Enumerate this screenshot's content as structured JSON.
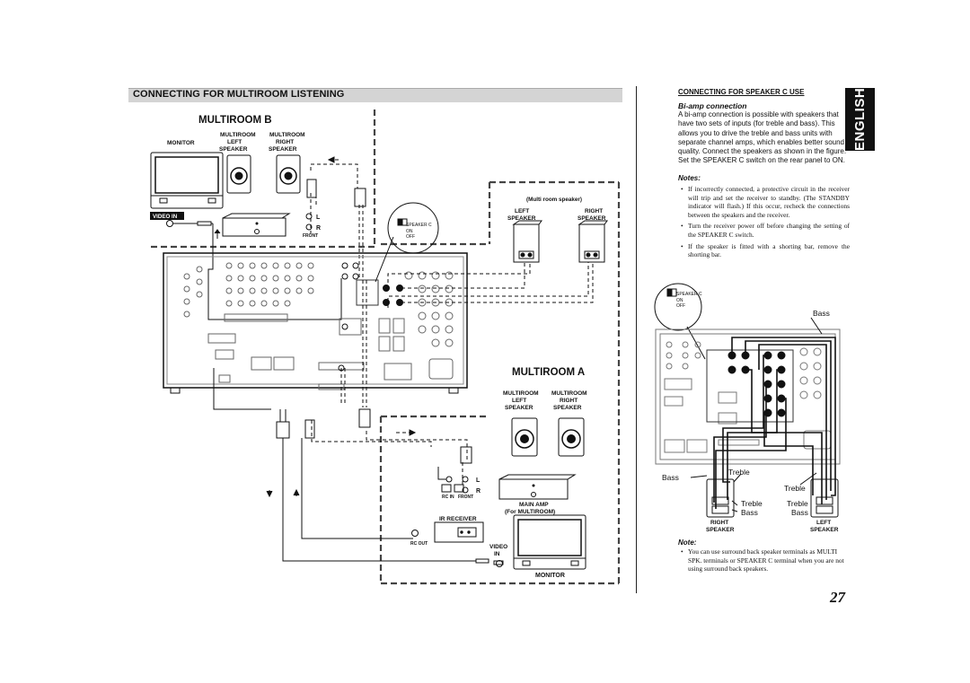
{
  "header": {
    "title": "CONNECTING FOR MULTIROOM LISTENING"
  },
  "multiroom_b": {
    "heading": "MULTIROOM B",
    "left_speaker": [
      "MULTIROOM",
      "LEFT",
      "SPEAKER"
    ],
    "right_speaker": [
      "MULTIROOM",
      "RIGHT",
      "SPEAKER"
    ],
    "monitor": "MONITOR",
    "video_in": "VIDEO IN",
    "front": "FRONT",
    "ch_l": "L",
    "ch_r": "R"
  },
  "speaker_switch": {
    "name": "SPEAKER C",
    "on": "ON",
    "off": "OFF"
  },
  "multi_room_speaker": {
    "caption": "(Multi room speaker)",
    "left": [
      "LEFT",
      "SPEAKER"
    ],
    "right": [
      "RIGHT",
      "SPEAKER"
    ]
  },
  "multiroom_a": {
    "heading": "MULTIROOM A",
    "left_speaker": [
      "MULTIROOM",
      "LEFT",
      "SPEAKER"
    ],
    "right_speaker": [
      "MULTIROOM",
      "RIGHT",
      "SPEAKER"
    ],
    "main_amp": [
      "MAIN AMP",
      "(For MULTIROOM)"
    ],
    "ir_receiver": "IR RECEIVER",
    "rc_in": "RC IN",
    "front": "FRONT",
    "rc_out": "RC OUT",
    "video_in": [
      "VIDEO",
      "IN"
    ],
    "monitor": "MONITOR",
    "ch_l": "L",
    "ch_r": "R"
  },
  "right_panel": {
    "tab": "ENGLISH",
    "heading": "CONNECTING FOR SPEAKER C USE",
    "subheading": "Bi-amp connection",
    "paragraph": "A bi-amp connection is possible with speakers that have two sets of inputs (for treble and bass). This allows you to drive the treble and bass units with separate channel amps, which enables better sound quality. Connect the speakers as shown in the figure. Set the SPEAKER C switch on the rear panel to ON.",
    "notes_heading": "Notes:",
    "notes": [
      "If incorrectly connected, a protective circuit in the receiver will trip and set the receiver to standby. (The STANDBY indicator will flash.) If this occur, recheck the connections between the speakers and the receiver.",
      "Turn the receiver power off before changing the setting of the SPEAKER C switch.",
      "If the speaker is fitted with a shorting bar, remove the shorting bar."
    ],
    "diagram": {
      "bass_top": "Bass",
      "bass_left": "Bass",
      "treble_mid": "Treble",
      "treble_right_top": "Treble",
      "treble_right_spk": "Treble",
      "bass_right_spk": "Bass",
      "treble_left_spk": "Treble",
      "bass_left_spk": "Bass",
      "right_speaker": [
        "RIGHT",
        "SPEAKER"
      ],
      "left_speaker": [
        "LEFT",
        "SPEAKER"
      ]
    },
    "note_heading": "Note:",
    "note_text": "You can use surround back speaker terminals as MULTI SPK. terminals or SPEAKER C terminal when you are not using surround back speakers."
  },
  "page_number": "27",
  "colors": {
    "header_bar": "#d4d4d4",
    "tab": "#111111",
    "line": "#111111"
  }
}
